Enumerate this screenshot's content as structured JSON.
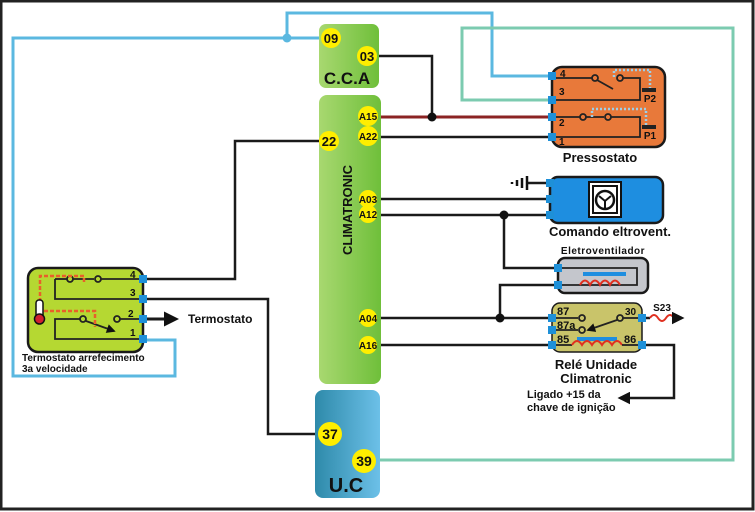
{
  "diagram": {
    "colors": {
      "wire_black": "#1a1a1a",
      "wire_blue": "#5bb8e0",
      "wire_green": "#7ccbb0",
      "wire_red": "#8b2323",
      "module_green": "#8ccc4a",
      "module_blue": "#3a9ac0",
      "pressostato_orange": "#e8793a",
      "comando_blue": "#1e8ee0",
      "thermostat_green": "#b5d832",
      "relay_khaki": "#c9c46a",
      "pin_blue": "#1e90d8",
      "terminal_yellow": "#ffee00"
    },
    "cca": {
      "name": "C.C.A",
      "terminals": [
        "09",
        "03"
      ]
    },
    "climatronic": {
      "name": "CLIMATRONIC",
      "terminals": [
        "A15",
        "A22",
        "22",
        "A03",
        "A12",
        "A04",
        "A16"
      ]
    },
    "uc": {
      "name": "U.C",
      "terminals": [
        "37",
        "39"
      ]
    },
    "pressostato": {
      "label": "Pressostato",
      "pins": [
        "4",
        "3",
        "2",
        "1"
      ],
      "switches": [
        "P2",
        "P1"
      ]
    },
    "comando": {
      "label": "Comando eltrovent.",
      "icon": "fan-icon",
      "ground": "ground-icon"
    },
    "eletroventilador": {
      "label": "Eletroventilador",
      "icon": "coil-icon"
    },
    "relay": {
      "label_line1": "Relé Unidade",
      "label_line2": "Climatronic",
      "pins_left": [
        "87",
        "87a",
        "85"
      ],
      "pins_right": [
        "30",
        "86"
      ],
      "fuse": "S23"
    },
    "thermostat": {
      "label_line1": "Termostato arrefecimento",
      "label_line2": "3a velocidade",
      "pins": [
        "4",
        "3",
        "2",
        "1"
      ],
      "output_label": "Termostato"
    },
    "ignition": {
      "label_line1": "Ligado +15 da",
      "label_line2": "chave de ignição"
    }
  }
}
